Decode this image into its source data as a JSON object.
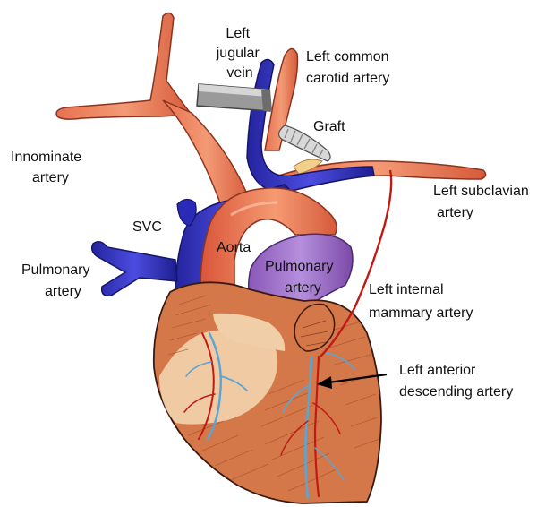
{
  "labels": {
    "left_jugular_vein": [
      "Left",
      "jugular",
      "vein"
    ],
    "left_common_carotid_artery": [
      "Left common",
      "carotid artery"
    ],
    "graft": [
      "Graft"
    ],
    "innominate_artery": [
      "Innominate",
      "artery"
    ],
    "left_subclavian_artery": [
      "Left subclavian",
      "artery"
    ],
    "svc": [
      "SVC"
    ],
    "aorta": [
      "Aorta"
    ],
    "pulmonary_artery_left": [
      "Pulmonary",
      "artery"
    ],
    "pulmonary_artery_center": [
      "Pulmonary",
      "artery"
    ],
    "left_internal_mammary_artery": [
      "Left internal",
      "mammary artery"
    ],
    "left_anterior_descending_artery": [
      "Left anterior",
      "descending artery"
    ]
  },
  "colors": {
    "artery": "#e8714f",
    "artery_dark": "#b4462c",
    "artery_light": "#f4a27f",
    "vein": "#2a2ab8",
    "vein_light": "#5656e0",
    "pulmonary": "#9a68c4",
    "pulmonary_light": "#b28ad8",
    "muscle": "#d4784a",
    "muscle_light": "#f0cfa8",
    "coronary_red": "#c11a14",
    "coronary_blue": "#5aa5d6",
    "graft": "#cfcfcf",
    "outline": "#3a1a10"
  },
  "icons": [
    "graft-tube-shape",
    "metal-clamp-shape",
    "pointer-arrow"
  ]
}
